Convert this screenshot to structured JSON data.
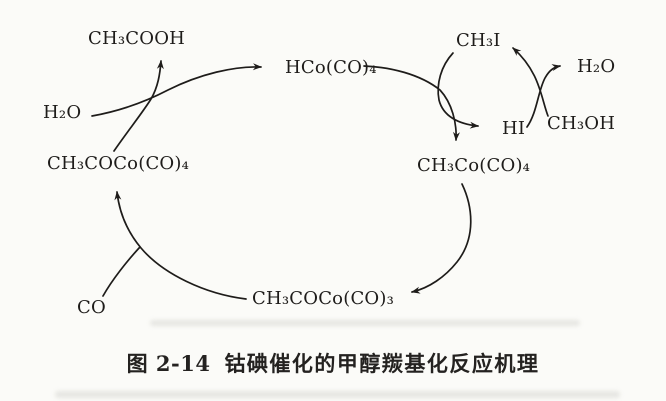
{
  "colors": {
    "paper": "#fbfbf8",
    "ink": "#1e1c1a"
  },
  "molecules": {
    "ch3cooh": {
      "formula": "CH₃COOH"
    },
    "hco_co4": {
      "formula": "HCo(CO)₄"
    },
    "ch3i": {
      "formula": "CH₃I"
    },
    "h2o_right": {
      "formula": "H₂O"
    },
    "hi": {
      "formula": "HI"
    },
    "ch3oh": {
      "formula": "CH₃OH"
    },
    "h2o_left": {
      "formula": "H₂O"
    },
    "ch3coco_co4": {
      "formula": "CH₃COCo(CO)₄"
    },
    "ch3co_co4": {
      "formula": "CH₃Co(CO)₄"
    },
    "co": {
      "formula": "CO"
    },
    "ch3coco_co3": {
      "formula": "CH₃COCo(CO)₃"
    }
  },
  "arrows": [
    {
      "from": "H₂O (left)",
      "to": "HCo(CO)₄",
      "note": "water in, curve sweeps right to HCo(CO)4"
    },
    {
      "from": "CH₃COCo(CO)₄",
      "to": "CH₃COOH",
      "note": "acetic acid released upward"
    },
    {
      "from": "HCo(CO)₄",
      "to": "CH₃Co(CO)₄",
      "note": "main cycle, down-right"
    },
    {
      "from": "CH₃I",
      "to": "HI",
      "note": "methyl iodide consumed, HI released"
    },
    {
      "from": "CH₃OH",
      "to": "CH₃I",
      "note": "sub-cycle regeneration of CH3I"
    },
    {
      "from": "HI + CH₃OH",
      "to": "H₂O (right)",
      "note": "water released upward"
    },
    {
      "from": "CH₃Co(CO)₄",
      "to": "CH₃COCo(CO)₃",
      "note": "main cycle, down-left"
    },
    {
      "from": "CH₃COCo(CO)₃",
      "to": "CH₃COCo(CO)₄",
      "note": "long sweep left and up"
    },
    {
      "from": "CO",
      "to": "cycle junction",
      "note": "CO feed merges into cycle"
    }
  ],
  "caption": {
    "figure_label": "图 2-14",
    "title": "钴碘催化的甲醇羰基化反应机理"
  }
}
